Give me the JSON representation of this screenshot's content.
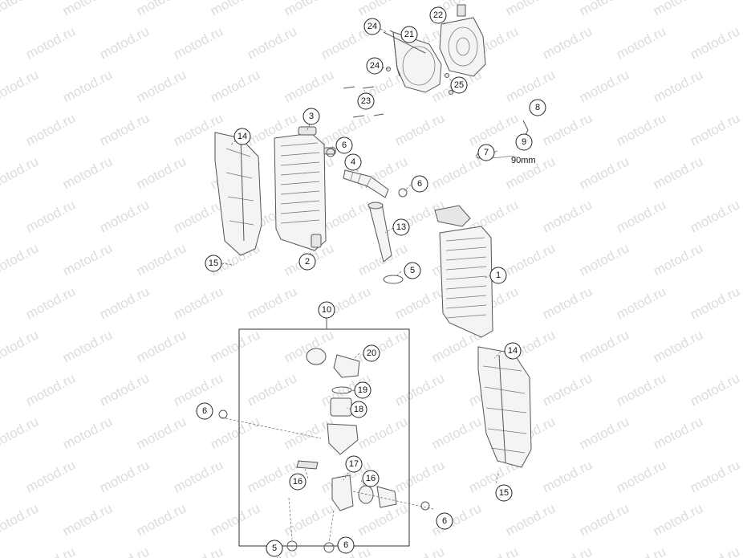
{
  "watermark": "motod.ru",
  "dimension_note": "90mm",
  "callouts": [
    {
      "id": "c1",
      "label": "1"
    },
    {
      "id": "c2",
      "label": "2"
    },
    {
      "id": "c3",
      "label": "3"
    },
    {
      "id": "c4",
      "label": "4"
    },
    {
      "id": "c5a",
      "label": "5"
    },
    {
      "id": "c5b",
      "label": "5"
    },
    {
      "id": "c6a",
      "label": "6"
    },
    {
      "id": "c6b",
      "label": "6"
    },
    {
      "id": "c6c",
      "label": "6"
    },
    {
      "id": "c6d",
      "label": "6"
    },
    {
      "id": "c6e",
      "label": "6"
    },
    {
      "id": "c7",
      "label": "7"
    },
    {
      "id": "c8",
      "label": "8"
    },
    {
      "id": "c9",
      "label": "9"
    },
    {
      "id": "c10",
      "label": "10"
    },
    {
      "id": "c13",
      "label": "13"
    },
    {
      "id": "c14a",
      "label": "14"
    },
    {
      "id": "c14b",
      "label": "14"
    },
    {
      "id": "c15a",
      "label": "15"
    },
    {
      "id": "c15b",
      "label": "15"
    },
    {
      "id": "c16a",
      "label": "16"
    },
    {
      "id": "c16b",
      "label": "16"
    },
    {
      "id": "c17",
      "label": "17"
    },
    {
      "id": "c18",
      "label": "18"
    },
    {
      "id": "c19",
      "label": "19"
    },
    {
      "id": "c20",
      "label": "20"
    },
    {
      "id": "c21",
      "label": "21"
    },
    {
      "id": "c22",
      "label": "22"
    },
    {
      "id": "c23",
      "label": "23"
    },
    {
      "id": "c24a",
      "label": "24"
    },
    {
      "id": "c24b",
      "label": "24"
    },
    {
      "id": "c25",
      "label": "25"
    }
  ]
}
